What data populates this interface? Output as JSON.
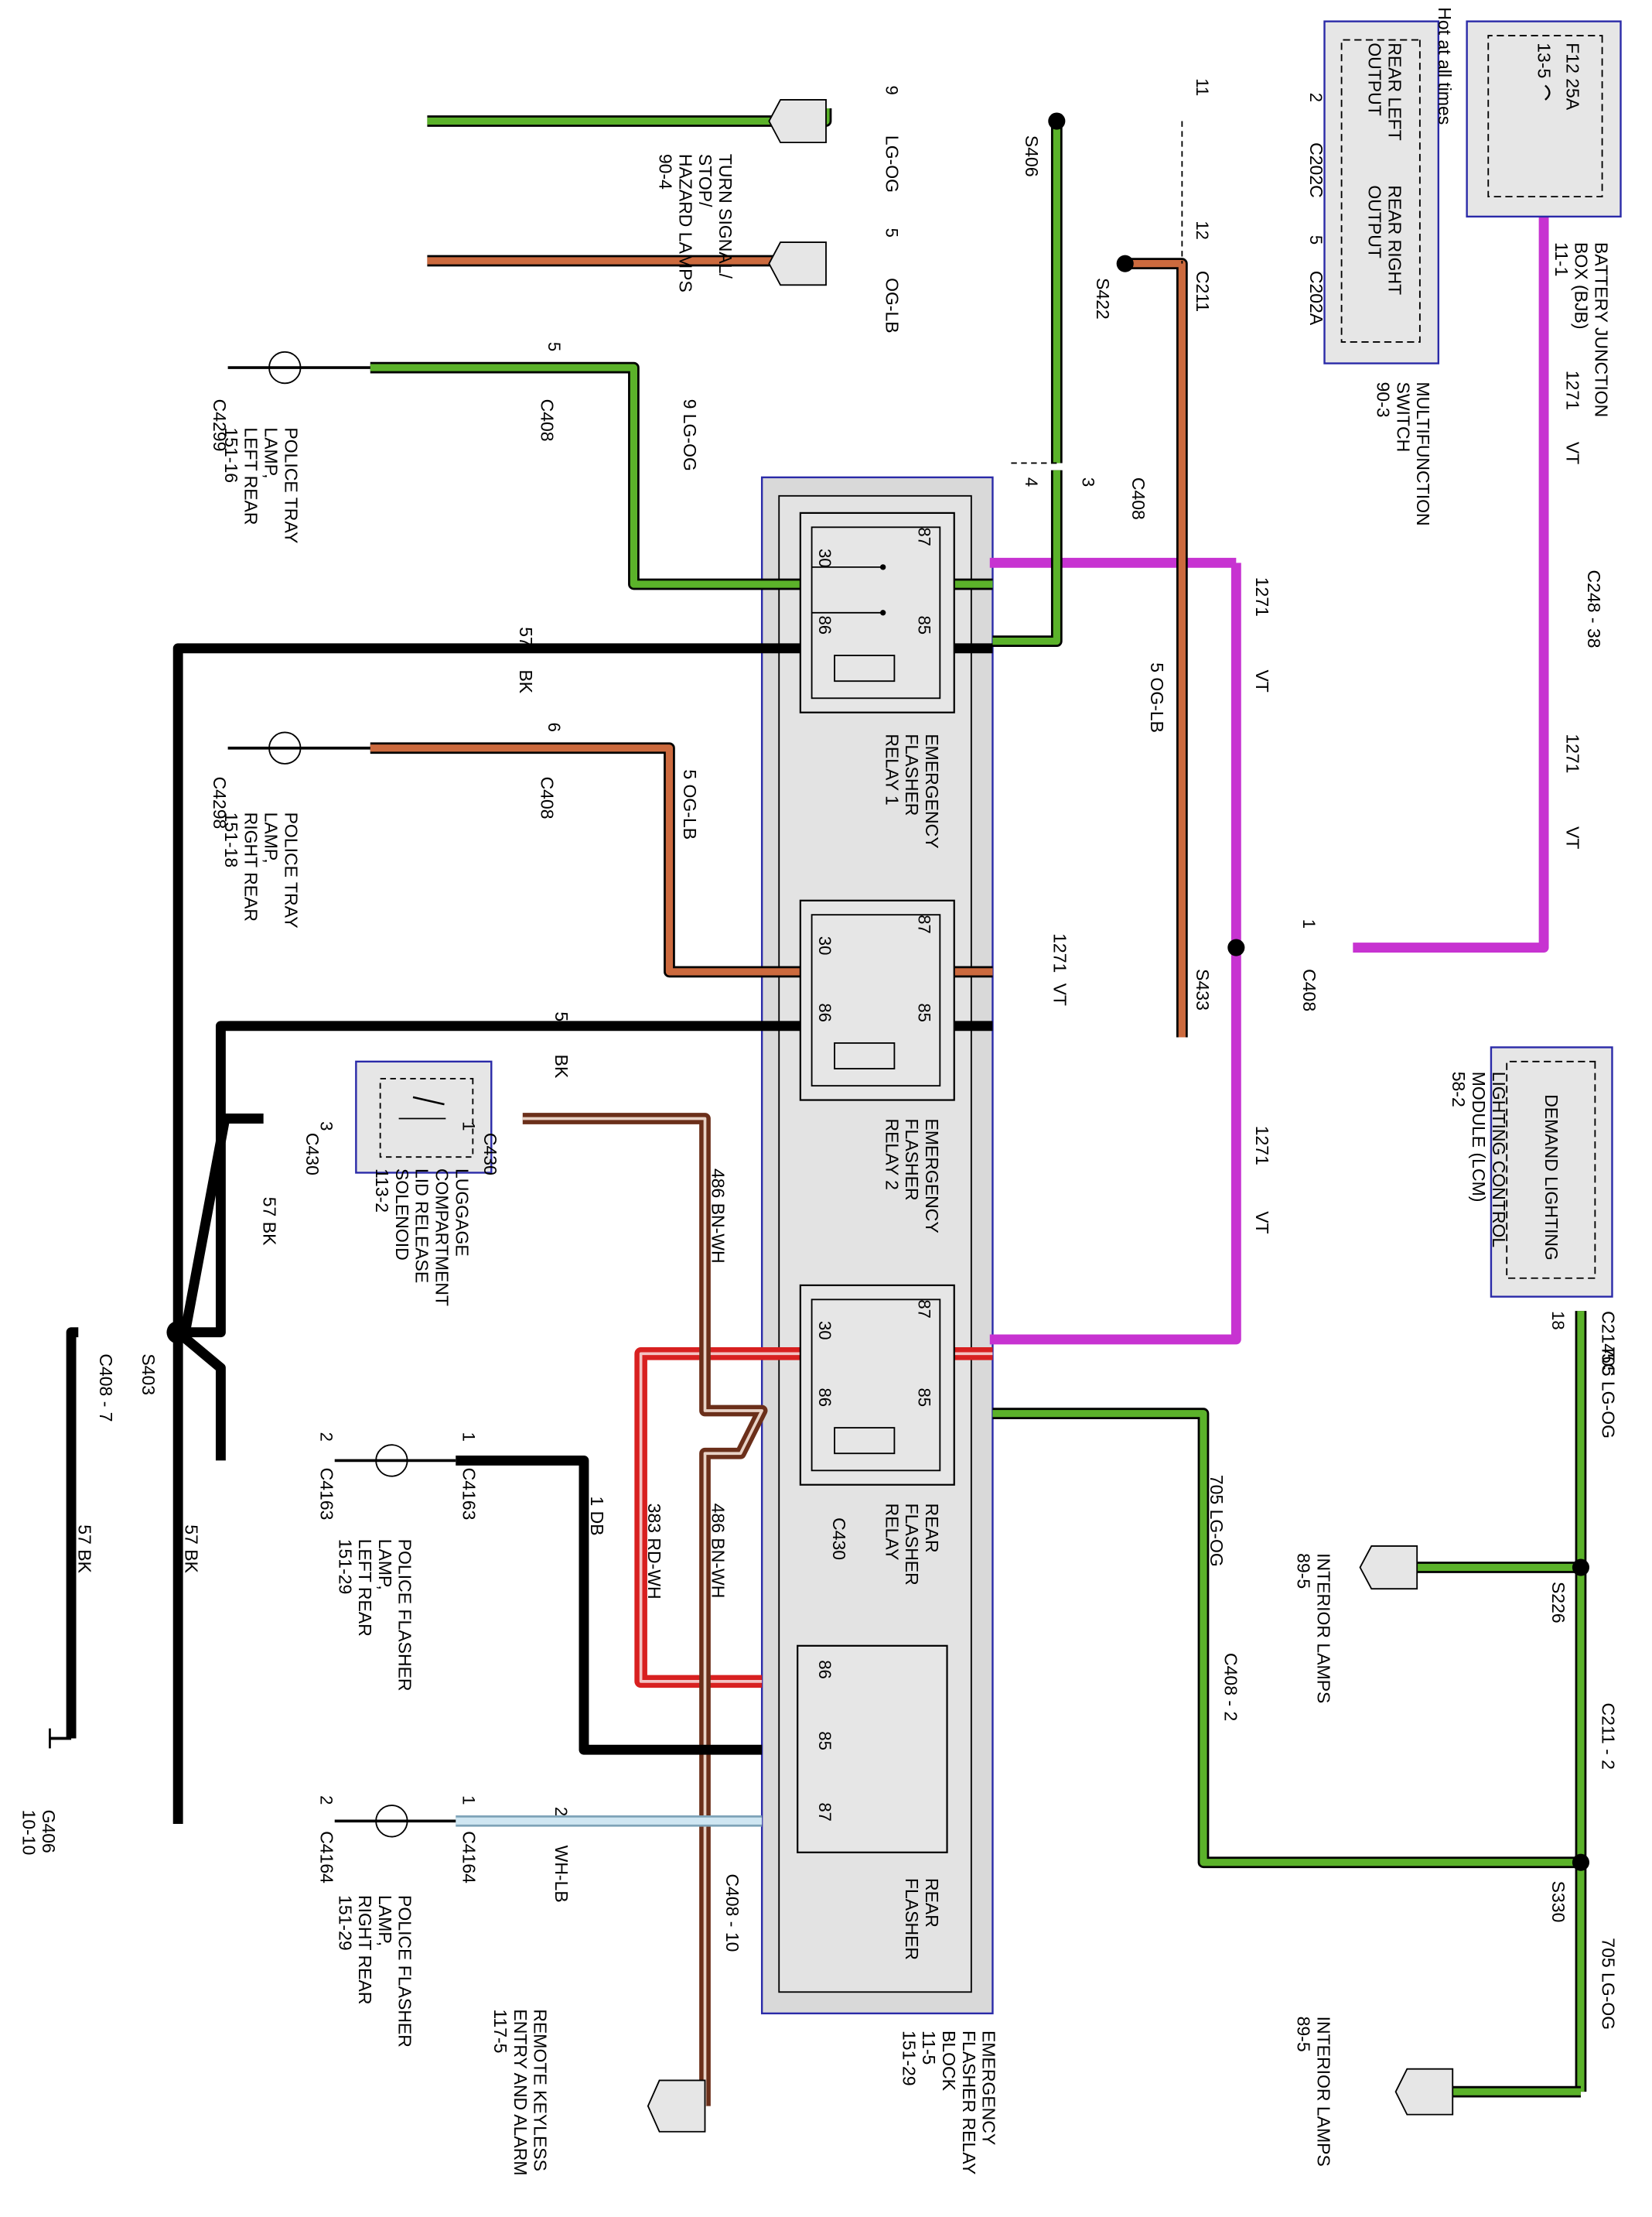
{
  "colors": {
    "LG-OG": "#5bb22a",
    "OG-LB": "#cc6a3e",
    "VT": "#c733d1",
    "BK": "#000000",
    "RD-WH": "#d82020",
    "BN-WH": "#6b2f1a",
    "DB": "#000000",
    "WH-LB": "#cfe6f2"
  },
  "wires": {
    "w9": {
      "num": "9",
      "color": "LG-OG"
    },
    "w5": {
      "num": "5",
      "color": "OG-LB"
    },
    "w9_side": "9  LG-OG",
    "w5_side": "5  OG-LB",
    "w5_relay": "5  OG-LB",
    "w1271": "1271",
    "vt": "VT",
    "w1271_relay2": {
      "num": "1271",
      "color": "VT"
    },
    "w57": {
      "num": "57",
      "color": "BK"
    },
    "w57_relay2": {
      "num": "57",
      "color": "BK"
    },
    "w57_solenoid": "57  BK",
    "w57_long": "57  BK",
    "w57_ground": "57  BK",
    "w486": "486  BN-WH",
    "w486b": "486  BN-WH",
    "w383": "383  RD-WH",
    "w1db": "1  DB",
    "w2": {
      "num": "2",
      "color": "WH-LB"
    },
    "w705": "705  LG-OG",
    "w705b": "705  LG-OG",
    "w705c": "705  LG-OG"
  },
  "components": {
    "bjb": {
      "fuse": "F12  25A",
      "fuse_ref": "13-5",
      "label": [
        "BATTERY JUNCTION",
        "BOX (BJB)",
        "11-1"
      ],
      "note": "Hot at all times"
    },
    "switch": {
      "left": [
        "REAR LEFT",
        "OUTPUT"
      ],
      "right": [
        "REAR RIGHT",
        "OUTPUT"
      ],
      "label": [
        "MULTIFUNCTION",
        "SWITCH",
        "90-3"
      ]
    },
    "turn": [
      "TURN SIGNAL/",
      "STOP/",
      "HAZARD LAMPS",
      "90-4"
    ],
    "tray_left": [
      "POLICE TRAY",
      "LAMP,",
      "LEFT REAR",
      "151-16"
    ],
    "tray_right": [
      "POLICE TRAY",
      "LAMP,",
      "RIGHT REAR",
      "151-18"
    ],
    "relay1": [
      "EMERGENCY",
      "FLASHER",
      "RELAY 1"
    ],
    "relay2": [
      "EMERGENCY",
      "FLASHER",
      "RELAY 2"
    ],
    "relay3": [
      "REAR",
      "FLASHER",
      "RELAY"
    ],
    "rear_flasher": [
      "REAR",
      "FLASHER"
    ],
    "block": [
      "EMERGENCY",
      "FLASHER RELAY",
      "BLOCK",
      "11-5",
      "151-29"
    ],
    "lcm": {
      "inner": "DEMAND LIGHTING",
      "label": [
        "LIGHTING CONTROL",
        "MODULE (LCM)",
        "58-2"
      ]
    },
    "solenoid": [
      "LUGGAGE",
      "COMPARTMENT",
      "LID RELEASE",
      "SOLENOID",
      "113-2"
    ],
    "flasher_left": [
      "POLICE FLASHER",
      "LAMP,",
      "LEFT REAR",
      "151-29"
    ],
    "flasher_right": [
      "POLICE FLASHER",
      "LAMP,",
      "RIGHT REAR",
      "151-29"
    ],
    "interior1": [
      "INTERIOR LAMPS",
      "89-5"
    ],
    "interior2": [
      "INTERIOR LAMPS",
      "89-5"
    ],
    "rke": [
      "REMOTE KEYLESS",
      "ENTRY AND ALARM",
      "117-5"
    ],
    "ground": [
      "G406",
      "10-10"
    ]
  },
  "connectors": {
    "c202c": "C202C",
    "c202a": "C202A",
    "c211": "C211",
    "s406": "S406",
    "s422": "S422",
    "c408": "C408",
    "c248": "C248 - 38",
    "s433": "S433",
    "c4299": "C4299",
    "c4298": "C4298",
    "c430": "C430",
    "s403": "S403",
    "c408_7": "C408 - 7",
    "c4163": "C4163",
    "c4164": "C4164",
    "c408_10": "C408 - 10",
    "c408_2": "C408 - 2",
    "c2145c": "C2145C",
    "s226": "S226",
    "c211_2": "C211 - 2",
    "s330": "S330"
  },
  "pins": {
    "p2": "2",
    "p5": "5",
    "p11": "11",
    "p12": "12",
    "p1": "1",
    "p3": "3",
    "p4": "4",
    "p6": "6",
    "p18": "18",
    "r87": "87",
    "r30": "30",
    "r86": "86",
    "r85": "85"
  }
}
